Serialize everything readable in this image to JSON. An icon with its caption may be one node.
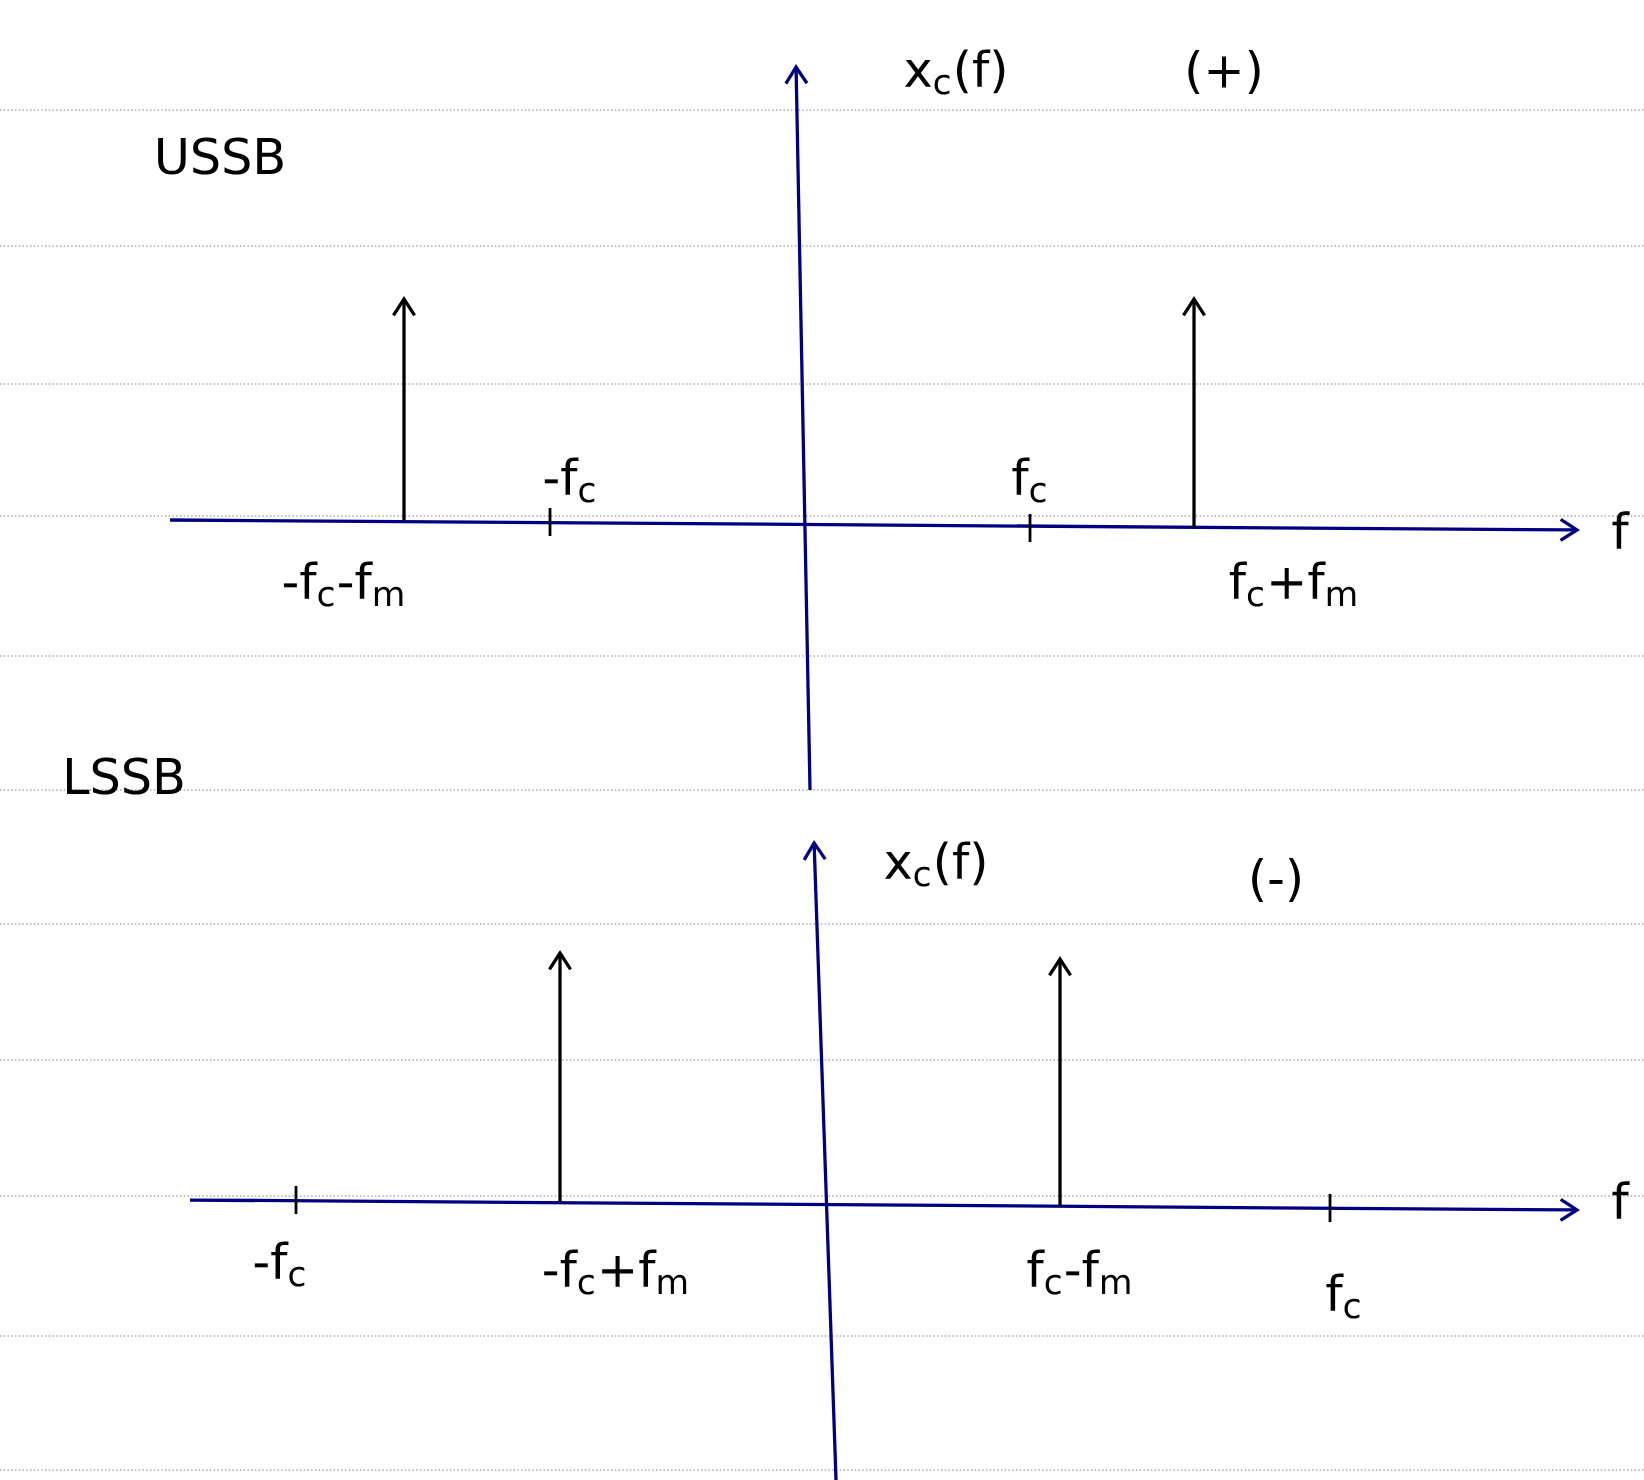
{
  "diagram": {
    "labels": [
      "x$_{c}$(f)",
      "(+)",
      "USSB",
      "-f$_{c}$",
      "f$_{c}$",
      "f",
      "-f$_{c}$-f$_{m}$",
      "f$_{c}$+f$_{m}$",
      "LSSB",
      "x$_{c}$(f)",
      "(-)",
      "f",
      "-f$_{c}$",
      "-f$_{c}$+f$_{m}$",
      "f$_{c}$-f$_{m}$",
      "f$_{c}$"
    ]
  }
}
